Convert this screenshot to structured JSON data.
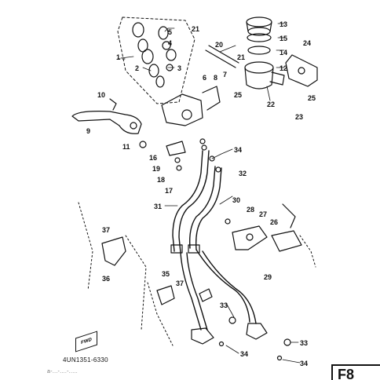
{
  "diagram": {
    "callouts": [
      "1",
      "2",
      "3",
      "4",
      "5",
      "6",
      "7",
      "8",
      "9",
      "10",
      "11",
      "12",
      "13",
      "14",
      "15",
      "16",
      "17",
      "18",
      "19",
      "20",
      "21",
      "22",
      "23",
      "24",
      "25",
      "26",
      "27",
      "28",
      "29",
      "30",
      "31",
      "32",
      "33",
      "34",
      "35",
      "36",
      "37"
    ],
    "part_code": "4UN1351-6330",
    "corner_mark": "F8",
    "direction_mark": "FWD",
    "footer_text": "a-...-....-....."
  }
}
